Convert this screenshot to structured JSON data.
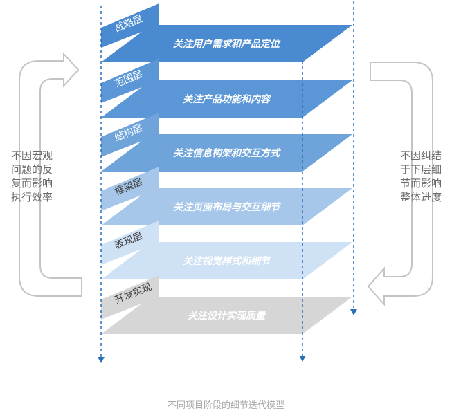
{
  "layers": [
    {
      "tab": "战略层",
      "text": "关注用户需求和产品定位",
      "color": "#4a8ad0",
      "tab_color": "#4a8ad0",
      "tab_text_color": "#ffffff",
      "text_color": "#ffffff"
    },
    {
      "tab": "范围层",
      "text": "关注产品功能和内容",
      "color": "#5b97d6",
      "tab_color": "#5b97d6",
      "tab_text_color": "#ffffff",
      "text_color": "#ffffff"
    },
    {
      "tab": "结构层",
      "text": "关注信息构架和交互方式",
      "color": "#6fa4db",
      "tab_color": "#6fa4db",
      "tab_text_color": "#ffffff",
      "text_color": "#ffffff"
    },
    {
      "tab": "框架层",
      "text": "关注页面布局与交互细节",
      "color": "#a6c7ea",
      "tab_color": "#a6c7ea",
      "tab_text_color": "#3d3d3d",
      "text_color": "#ffffff"
    },
    {
      "tab": "表现层",
      "text": "关注视觉样式和细节",
      "color": "#cfe1f4",
      "tab_color": "#cfe1f4",
      "tab_text_color": "#3d3d3d",
      "text_color": "#ffffff"
    },
    {
      "tab": "开发实现",
      "text": "关注设计实现质量",
      "color": "#d6d6d6",
      "tab_color": "#d6d6d6",
      "tab_text_color": "#3d3d3d",
      "text_color": "#ffffff"
    }
  ],
  "left_note": "不因宏观问题的反复而影响执行效率",
  "right_note": "不因纠结于下层细节而影响整体进度",
  "caption": "不同项目阶段的细节迭代模型",
  "arrow_color": "#2d6fb7",
  "loop_color": "#c4c4c4"
}
